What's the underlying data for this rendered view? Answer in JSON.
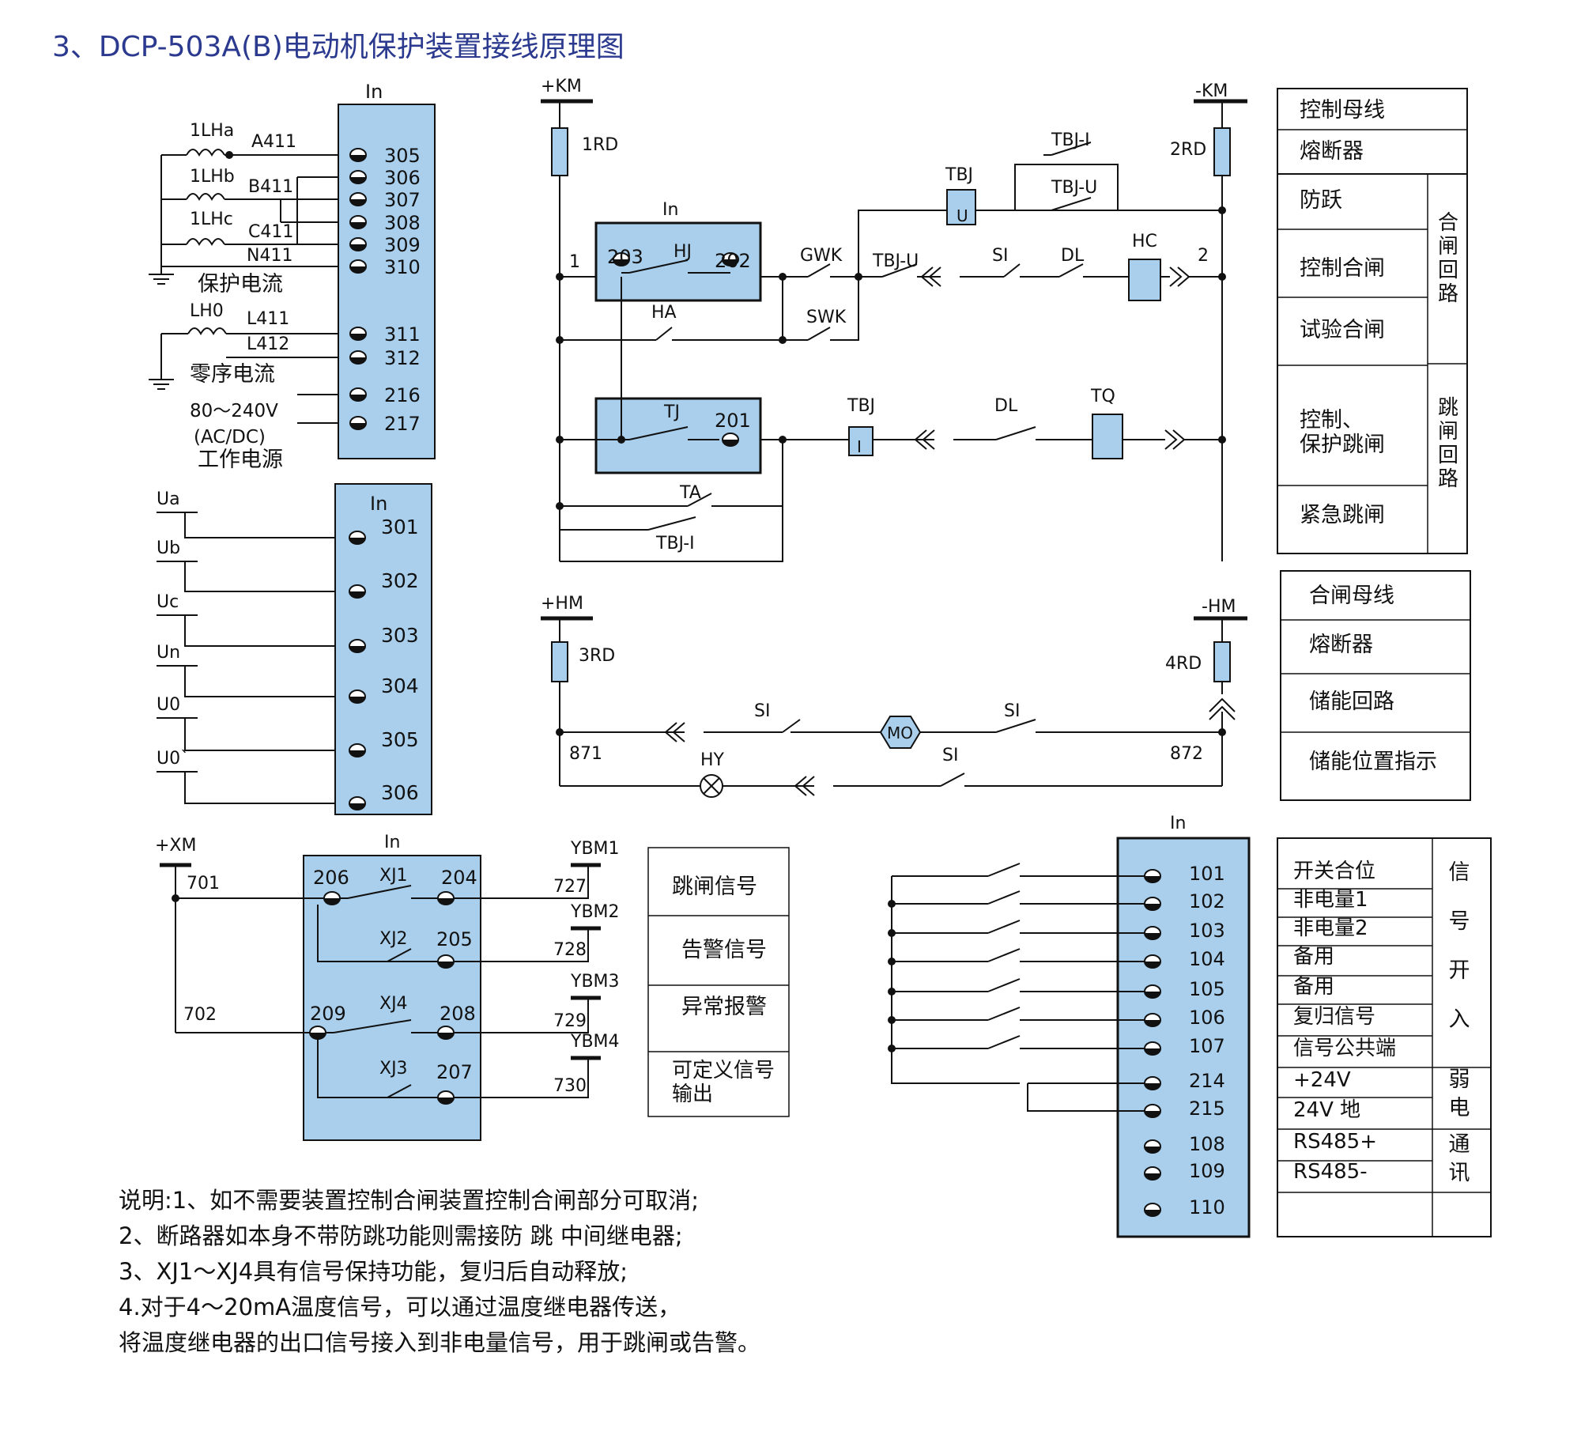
{
  "title": "3、DCP-503A(B)电动机保护装置接线原理图",
  "in_label": "In",
  "current": {
    "ct": [
      "1LHa",
      "1LHb",
      "1LHc",
      "LH0"
    ],
    "wires": [
      "A411",
      "B411",
      "C411",
      "N411",
      "L411",
      "L412"
    ],
    "terms": [
      "305",
      "306",
      "307",
      "308",
      "309",
      "310",
      "311",
      "312",
      "216",
      "217"
    ],
    "labels": [
      "保护电流",
      "零序电流",
      "80～240V",
      "(AC/DC)",
      "工作电源"
    ]
  },
  "voltage": {
    "inputs": [
      "Ua",
      "Ub",
      "Uc",
      "Un",
      "U0",
      "U0`"
    ],
    "terms": [
      "301",
      "302",
      "303",
      "304",
      "305",
      "306"
    ]
  },
  "control": {
    "buses": [
      "+KM",
      "-KM",
      "+HM",
      "-HM",
      "+XM"
    ],
    "fuses": [
      "1RD",
      "2RD",
      "3RD",
      "4RD"
    ],
    "nodes": [
      "1",
      "2",
      "871",
      "872",
      "701",
      "702"
    ],
    "relay_terms": [
      "203",
      "202",
      "201"
    ],
    "labels": [
      "HJ",
      "TJ",
      "HA",
      "TA",
      "GWK",
      "SWK",
      "TBJ-U",
      "SI",
      "DL",
      "HC",
      "TBJ-I",
      "TBJ",
      "U",
      "I",
      "TQ",
      "MO",
      "HY"
    ]
  },
  "signal_box": {
    "terms": [
      "206",
      "204",
      "205",
      "209",
      "208",
      "207"
    ],
    "relays": [
      "XJ1",
      "XJ2",
      "XJ4",
      "XJ3"
    ],
    "ybm": [
      "YBM1",
      "YBM2",
      "YBM3",
      "YBM4"
    ],
    "wires": [
      "727",
      "728",
      "729",
      "730"
    ],
    "outputs": [
      "跳闸信号",
      "告警信号",
      "异常报警",
      "可定义信号\n输出"
    ]
  },
  "right_table1": {
    "rows": [
      "控制母线",
      "熔断器",
      "防跃",
      "控制合闸",
      "试验合闸",
      "控制、\n保护跳闸",
      "紧急跳闸"
    ],
    "groups": [
      "合闸回路",
      "跳闸回路"
    ]
  },
  "right_table2": {
    "rows": [
      "合闸母线",
      "熔断器",
      "储能回路",
      "储能位置指示"
    ]
  },
  "di_terms": [
    "101",
    "102",
    "103",
    "104",
    "105",
    "106",
    "107",
    "214",
    "215",
    "108",
    "109",
    "110"
  ],
  "signal_table": {
    "rows": [
      "开关合位",
      "非电量1",
      "非电量2",
      "备用",
      "备用",
      "复归信号",
      "信号公共端",
      "+24V",
      "24V 地",
      "RS485+",
      "RS485-"
    ],
    "groups": [
      "信号开入",
      "弱电",
      "通讯"
    ]
  },
  "notes": [
    "说明:1、如不需要装置控制合闸装置控制合闸部分可取消;",
    "2、断路器如本身不带防跳功能则需接防 跳 中间继电器;",
    "3、XJ1～XJ4具有信号保持功能，复归后自动释放;",
    "4.对于4～20mA温度信号，可以通过温度继电器传送，",
    "将温度继电器的出口信号接入到非电量信号，用于跳闸或告警。"
  ]
}
